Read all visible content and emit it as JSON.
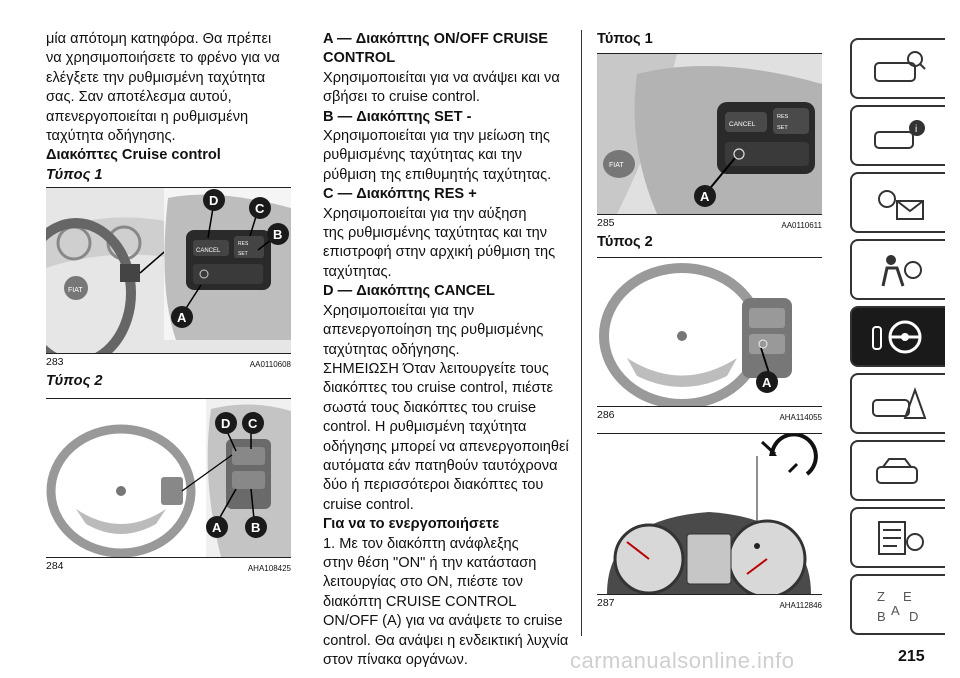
{
  "col1": {
    "intro": [
      "μία απότομη κατηφόρα. Θα πρέπει",
      "να χρησιμοποιήσετε το φρένο για να",
      "ελέγξετε την ρυθμισμένη ταχύτητα",
      "σας. Σαν αποτέλεσμα αυτού,",
      "απενεργοποιείται η ρυθμισμένη",
      "ταχύτητα οδήγησης."
    ],
    "heading": "Διακόπτες Cruise control",
    "type1": "Τύπος 1",
    "fig283_num": "283",
    "fig283_code": "AA0110608",
    "type2": "Τύπος 2",
    "fig284_num": "284",
    "fig284_code": "AHA108425"
  },
  "col2": {
    "a_head": [
      "A — Διακόπτης ON/OFF CRUISE",
      "CONTROL"
    ],
    "a_text": [
      "Χρησιμοποιείται για να ανάψει και να",
      "σβήσει το cruise control."
    ],
    "b_head": "B — Διακόπτης SET -",
    "b_text": [
      "Χρησιμοποιείται για την μείωση της",
      "ρυθμισμένης ταχύτητας και την",
      "ρύθμιση της επιθυμητής ταχύτητας."
    ],
    "c_head": "C — Διακόπτης RES +",
    "c_text": [
      "Χρησιμοποιείται για την αύξηση",
      "της ρυθμισμένης ταχύτητας και την",
      "επιστροφή στην αρχική ρύθμιση της",
      "ταχύτητας."
    ],
    "d_head": "D — Διακόπτης CANCEL",
    "d_text": [
      "Χρησιμοποιείται για την",
      "απενεργοποίηση της ρυθμισμένης",
      "ταχύτητας οδήγησης."
    ],
    "note": [
      "ΣΗΜΕΙΩΣΗ Όταν λειτουργείτε τους",
      "διακόπτες του cruise control, πιέστε",
      "σωστά τους διακόπτες του cruise",
      "control. Η ρυθμισμένη ταχύτητα",
      "οδήγησης μπορεί να απενεργοποιηθεί",
      "αυτόματα εάν πατηθούν ταυτόχρονα",
      "δύο ή περισσότεροι διακόπτες του",
      "cruise control."
    ],
    "act_head": "Για να το ενεργοποιήσετε",
    "act_text": [
      "1. Με τον διακόπτη ανάφλεξης",
      "στην θέση \"ON\" ή την κατάσταση",
      "λειτουργίας στο ON, πιέστε τον",
      "διακόπτη CRUISE CONTROL",
      "ON/OFF (A) για να ανάψετε το cruise",
      "control. Θα ανάψει η ενδεικτική λυχνία",
      "στον πίνακα οργάνων."
    ]
  },
  "col3": {
    "type1": "Τύπος 1",
    "fig285_num": "285",
    "fig285_code": "AA0110611",
    "type2": "Τύπος 2",
    "fig286_num": "286",
    "fig286_code": "AHA114055",
    "fig287_num": "287",
    "fig287_code": "AHA112846"
  },
  "figure_labels": {
    "a": "A",
    "b": "B",
    "c": "C",
    "d": "D",
    "cancel": "CANCEL",
    "res": "RES",
    "set": "SET",
    "brand": "FIAT"
  },
  "page_number": "215",
  "watermark": "carmanualsonline.info",
  "tabs": [
    "dashboard-icon",
    "info-car-icon",
    "warning-light-icon",
    "airbag-icon",
    "steering-wheel-icon",
    "breakdown-icon",
    "service-car-icon",
    "specifications-icon",
    "index-icon"
  ]
}
